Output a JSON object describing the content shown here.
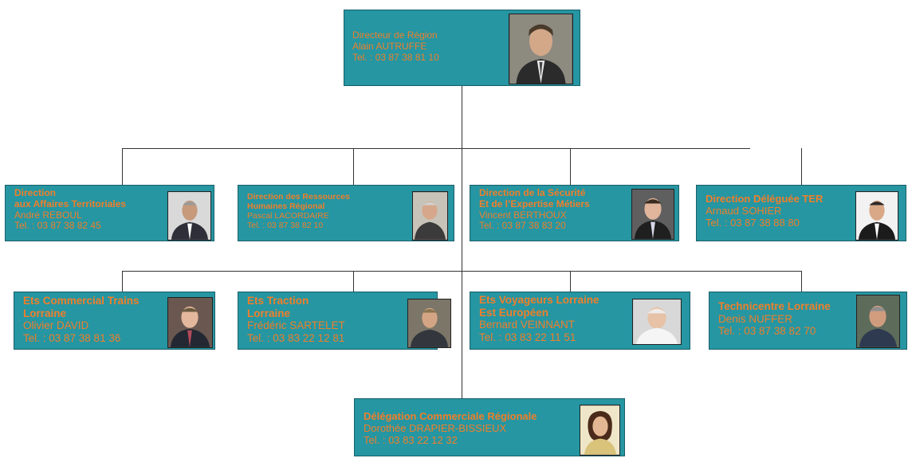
{
  "top": {
    "title": "Directeur de Région",
    "name": "Alain AUTRUFFE",
    "tel": "Tel. : 03 87 38 81 10",
    "photo": "man-portrait-photo"
  },
  "row1": [
    {
      "title_l1": "Direction",
      "title_l2": "aux Affaires Territoriales",
      "name": "André REBOUL",
      "tel": "Tel. : 03 87 38 82 45"
    },
    {
      "title_l1": "Direction des Ressources",
      "title_l2": "Humaines Régional",
      "name": "Pascal LACORDAIRE",
      "tel": "Tel. : 03 87 38 82 10"
    },
    {
      "title_l1": "Direction de la Sécurité",
      "title_l2": "Et de l’Expertise Métiers",
      "name": "Vincent BERTHOUX",
      "tel": "Tel. : 03 87 38 83 20"
    },
    {
      "title_l1": "Direction Déléguée TER",
      "name": "Arnaud SOHIER",
      "tel": "Tel. : 03 87 38 88 80"
    }
  ],
  "row2": [
    {
      "title_l1": "Ets Commercial Trains",
      "title_l2": "Lorraine",
      "name": "Olivier DAVID",
      "tel": "Tel. : 03 87 38 81 36"
    },
    {
      "title_l1": "Ets Traction",
      "title_l2": "Lorraine",
      "name": "Frédéric SARTELET",
      "tel": "Tel. : 03 83 22 12 81"
    },
    {
      "title_l1": "Ets Voyageurs Lorraine",
      "title_l2": "Est Européen",
      "name": "Bernard VEINNANT",
      "tel": "Tel. : 03 83 22 11 51"
    },
    {
      "title_l1": "Technicentre Lorraine",
      "name": "Denis NUFFER",
      "tel": "Tel. : 03 87 38 82 70"
    }
  ],
  "bottom": {
    "title": "Délégation Commerciale Régionale",
    "name": "Dorothée DRAPIER-BISSIEUX",
    "tel": "Tel. : 03 83 22 12 32",
    "photo": "woman-portrait-photo"
  },
  "colors": {
    "box": "#2596a2",
    "text": "#f07f2a",
    "connector": "#333333"
  }
}
